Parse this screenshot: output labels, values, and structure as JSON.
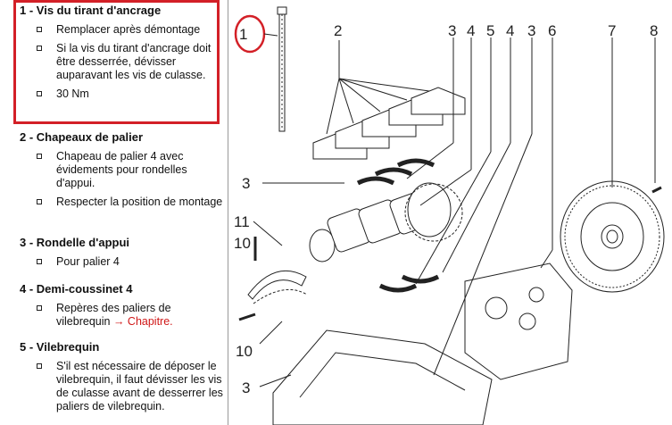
{
  "items": [
    {
      "num": "1",
      "title": "Vis du tirant d'ancrage",
      "bullets": [
        {
          "text": "Remplacer après démontage"
        },
        {
          "text": "Si la vis du tirant d'ancrage doit être desserrée, dévisser auparavant les vis de culasse."
        },
        {
          "text": "30 Nm"
        }
      ]
    },
    {
      "num": "2",
      "title": "Chapeaux de palier",
      "bullets": [
        {
          "text": "Chapeau de palier 4 avec évidements pour rondelles d'appui."
        },
        {
          "text": "Respecter la position de montage"
        }
      ]
    },
    {
      "num": "3",
      "title": "Rondelle d'appui",
      "bullets": [
        {
          "text": "Pour palier 4"
        }
      ]
    },
    {
      "num": "4",
      "title": "Demi-coussinet 4",
      "bullets": [
        {
          "text": "Repères des paliers de vilebrequin",
          "link": "→ Chapitre."
        }
      ]
    },
    {
      "num": "5",
      "title": "Vilebrequin",
      "bullets": [
        {
          "text": "S'il est nécessaire de déposer le vilebrequin, il faut dévisser les vis de culasse avant de desserrer les paliers de vilebrequin."
        }
      ]
    }
  ],
  "separator": " - ",
  "diagram": {
    "callouts": [
      "1",
      "2",
      "3",
      "4",
      "5",
      "4",
      "3",
      "6",
      "7",
      "8",
      "3",
      "11",
      "10",
      "10",
      "3"
    ]
  },
  "colors": {
    "highlight": "#d32027",
    "link": "#d01818"
  }
}
